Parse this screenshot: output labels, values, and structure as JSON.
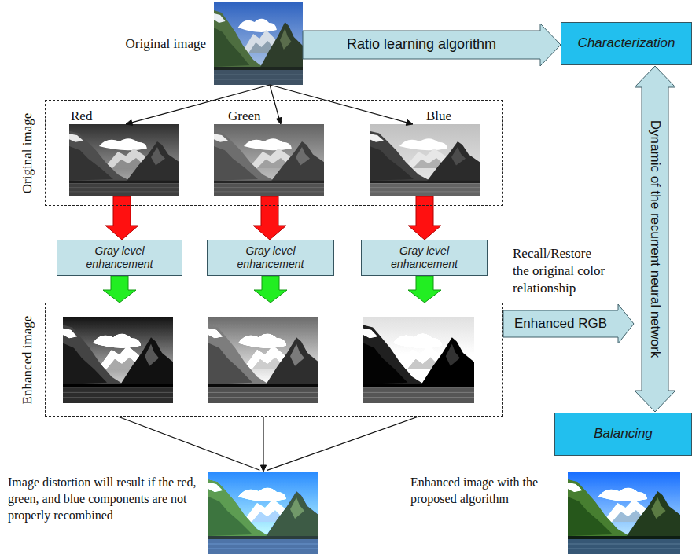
{
  "diagram": {
    "nodes": [
      {
        "text": [
          "Original image"
        ]
      },
      {
        "text": [
          "Characterization"
        ]
      },
      {
        "text": [
          "Original image"
        ]
      },
      {
        "text": [
          "Red"
        ],
        "in": 2
      },
      {
        "text": [
          "Green"
        ],
        "in": 2
      },
      {
        "text": [
          "Blue"
        ],
        "in": 2
      },
      {
        "text": [
          "Gray level enhancement"
        ]
      },
      {
        "text": [
          "Gray level enhancement"
        ]
      },
      {
        "text": [
          "Gray level enhancement"
        ]
      },
      {
        "text": [
          "Enhanced image"
        ]
      },
      {
        "text": [
          "Dynamic of the recurrent neural network"
        ]
      },
      {
        "text": [
          "Balancing"
        ]
      },
      {
        "text": [
          "Image distortion will result if the red, green, and blue components are not properly recombined"
        ]
      },
      {
        "text": [
          "Enhanced image with the proposed algorithm"
        ]
      }
    ],
    "edges": [
      {
        "from": 0,
        "to": 1,
        "label": "Ratio learning algorithm",
        "arrow": "to"
      },
      {
        "from": 0,
        "to": 3,
        "arrow": "to"
      },
      {
        "from": 0,
        "to": 4,
        "arrow": "to"
      },
      {
        "from": 0,
        "to": 5,
        "arrow": "to"
      },
      {
        "from": 3,
        "to": 6,
        "arrow": "to"
      },
      {
        "from": 4,
        "to": 7,
        "arrow": "to"
      },
      {
        "from": 5,
        "to": 8,
        "arrow": "to"
      },
      {
        "from": 6,
        "to": 9,
        "arrow": "to"
      },
      {
        "from": 7,
        "to": 9,
        "arrow": "to"
      },
      {
        "from": 8,
        "to": 9,
        "arrow": "to"
      },
      {
        "from": 9,
        "to": 10,
        "label": "Enhanced RGB",
        "arrow": "to"
      },
      {
        "from": 9,
        "to": 12,
        "arrow": "to"
      }
    ],
    "labels": [
      "Recall/Restore the original color relationship"
    ]
  }
}
